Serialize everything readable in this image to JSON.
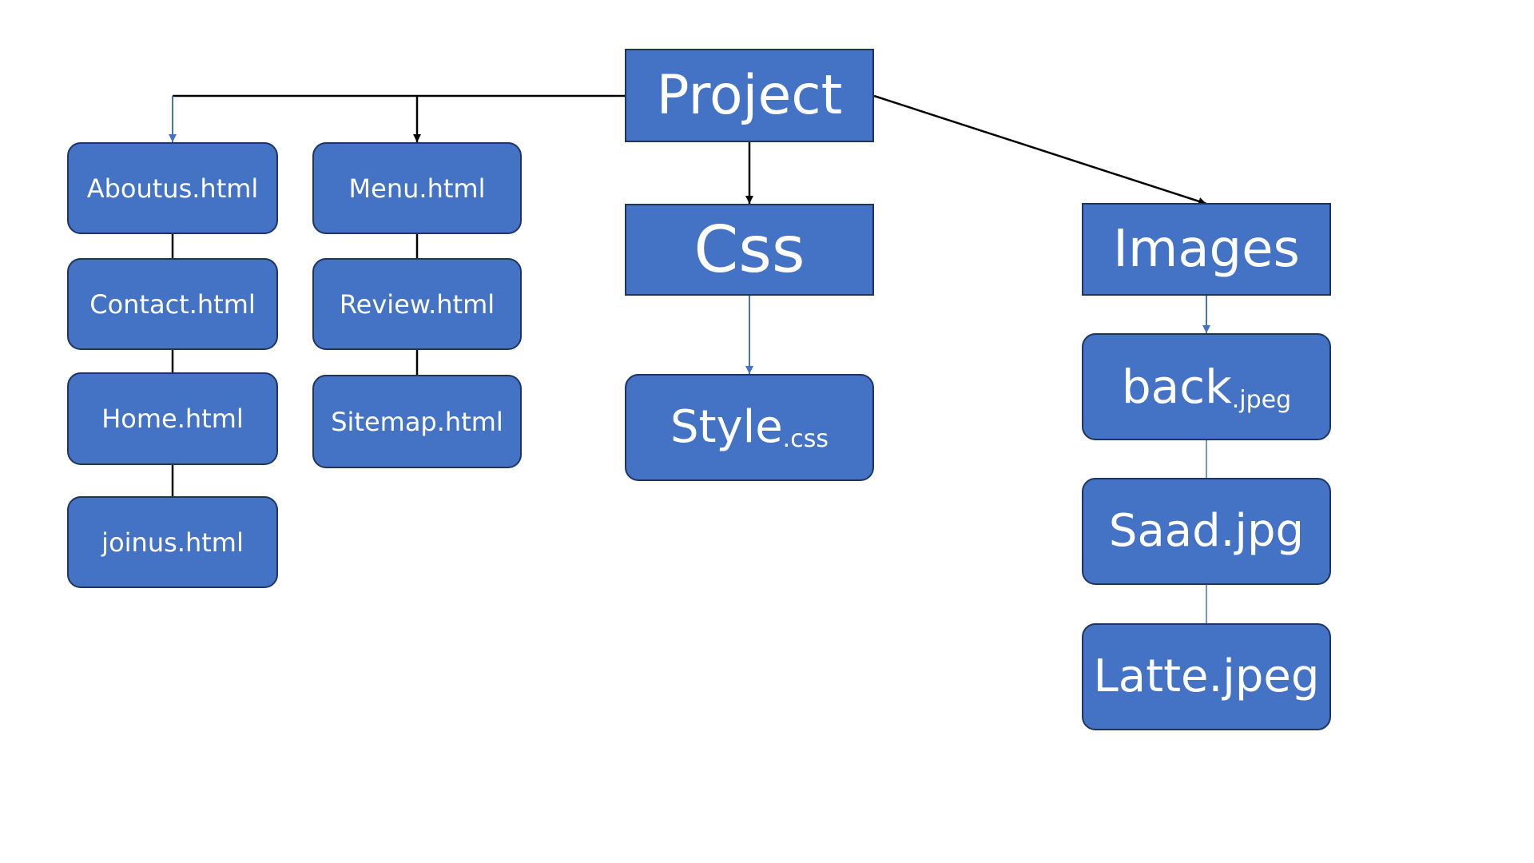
{
  "diagram": {
    "root": {
      "label": "Project"
    },
    "folders": {
      "css": {
        "label": "Css"
      },
      "images": {
        "label": "Images"
      }
    },
    "html_files_column_1": [
      "Aboutus.html",
      "Contact.html",
      "Home.html",
      "joinus.html"
    ],
    "html_files_column_2": [
      "Menu.html",
      "Review.html",
      "Sitemap.html"
    ],
    "css_files": [
      {
        "name": "Style",
        "ext": ".css"
      }
    ],
    "image_files": [
      {
        "name": "back",
        "ext": ".jpeg"
      },
      {
        "name": "Saad.jpg",
        "ext": ""
      },
      {
        "name": "Latte.jpeg",
        "ext": ""
      }
    ]
  }
}
